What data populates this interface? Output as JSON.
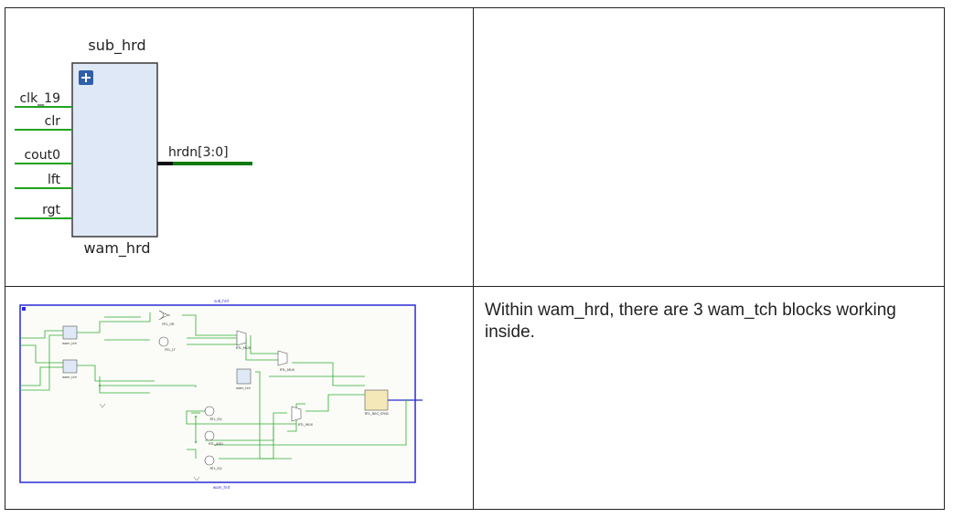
{
  "top_block": {
    "module_name": "sub_hrd",
    "instance_name": "wam_hrd",
    "expand_icon": "plus-icon",
    "inputs": [
      "clk_19",
      "clr",
      "cout0",
      "lft",
      "rgt"
    ],
    "output": "hrdn[3:0]",
    "colors": {
      "block_fill": "#dfe8f6",
      "block_border": "#3a3a3a",
      "wire": "#1fa31f",
      "bus": "#0c7a0c",
      "expand_btn": "#2f5fa8"
    }
  },
  "schematic": {
    "title": "sub_hrd",
    "instance_label": "wam_hrd",
    "blocks": [
      {
        "name": "wam_tch",
        "type": "module"
      },
      {
        "name": "wam_tch",
        "type": "module"
      },
      {
        "name": "wam_tch",
        "type": "module"
      },
      {
        "name": "RTL_OR",
        "type": "gate"
      },
      {
        "name": "RTL_LT",
        "type": "gate"
      },
      {
        "name": "RTL_MUX",
        "type": "mux"
      },
      {
        "name": "RTL_MUX",
        "type": "mux"
      },
      {
        "name": "RTL_MUX",
        "type": "mux"
      },
      {
        "name": "RTL_EQ",
        "type": "gate"
      },
      {
        "name": "RTL_ADD",
        "type": "gate"
      },
      {
        "name": "RTL_EQ",
        "type": "gate"
      },
      {
        "name": "RTL_REG_SYNC",
        "type": "register"
      }
    ],
    "colors": {
      "frame": "#2b2bd6",
      "wire": "#2faa2f",
      "module_fill": "#dfe8f6",
      "register_fill": "#f4e8b8"
    }
  },
  "description": "Within wam_hrd, there are 3 wam_tch blocks working inside."
}
